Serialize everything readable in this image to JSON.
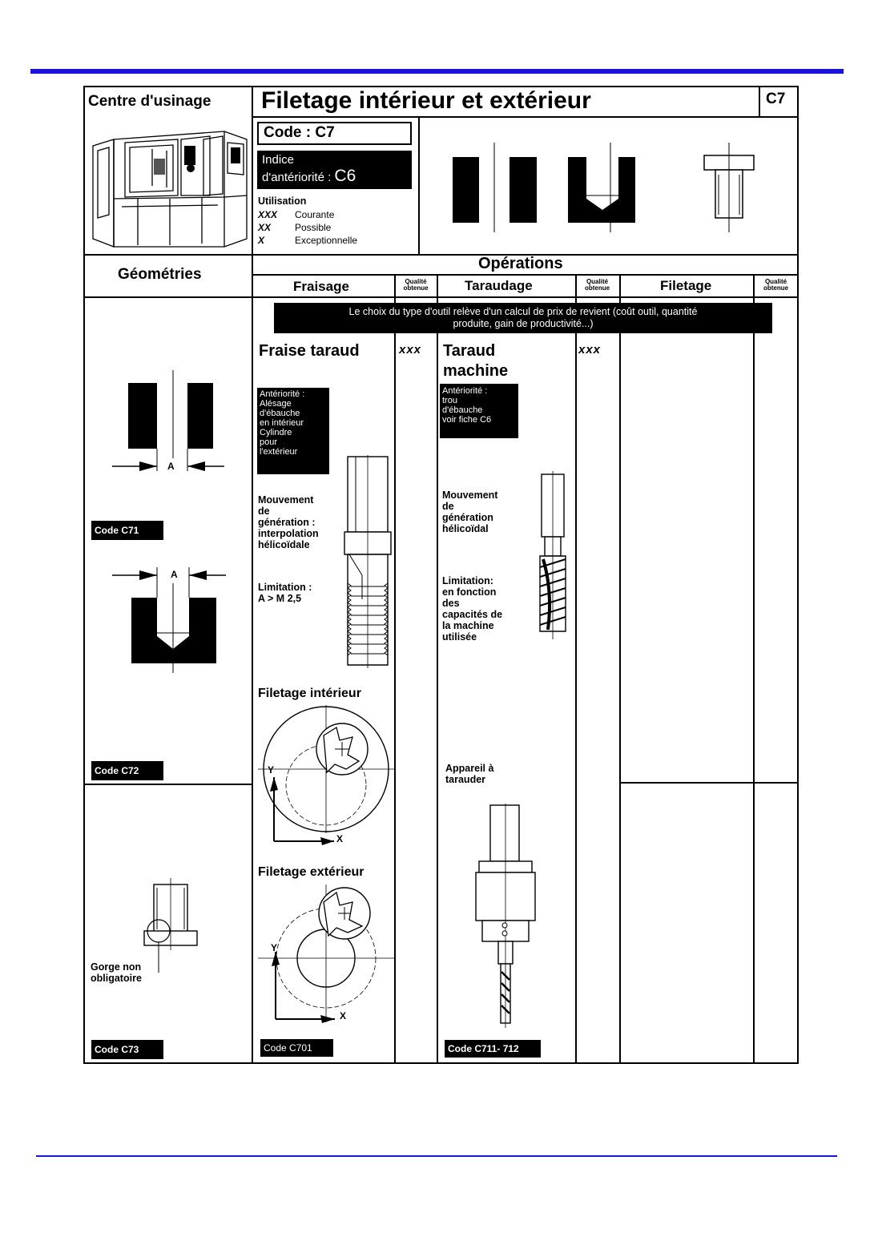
{
  "header": {
    "machine_title": "Centre d'usinage",
    "main_title": "Filetage intérieur et extérieur",
    "sheet_code": "C7",
    "code_label": "Code : C7",
    "indice_line1": "Indice",
    "indice_line2": "d'antériorité : ",
    "indice_value": "C6"
  },
  "utilisation": {
    "title": "Utilisation",
    "items": [
      {
        "marks": "XXX",
        "label": "Courante"
      },
      {
        "marks": "XX",
        "label": "Possible"
      },
      {
        "marks": "X",
        "label": "Exceptionnelle"
      }
    ]
  },
  "columns": {
    "geometries": "Géométries",
    "operations": "Opérations",
    "fraisage": "Fraisage",
    "taraudage": "Taraudage",
    "filetage": "Filetage",
    "qualite_l1": "Qualité",
    "qualite_l2": "obtenue"
  },
  "banner": {
    "line1": "Le choix du type d'outil relève d'un calcul de prix de revient (coût outil, quantité",
    "line2": "produite, gain de productivité...)"
  },
  "fraisage": {
    "title": "Fraise taraud",
    "rating": "xxx",
    "anteriorite": [
      "Antériorité :",
      "Alésage",
      "d'ébauche",
      "en intérieur",
      "Cylindre",
      "pour",
      "l'extérieur"
    ],
    "mouvement": [
      "Mouvement",
      "de",
      "génération :",
      "interpolation",
      "hélicoïdale"
    ],
    "limitation": [
      "Limitation :",
      "A > M 2,5"
    ],
    "interieur_title": "Filetage intérieur",
    "exterieur_title": "Filetage extérieur",
    "axis_x": "X",
    "axis_y": "Y",
    "code": "Code  C701"
  },
  "taraudage": {
    "title_l1": "Taraud",
    "title_l2": "machine",
    "rating": "xxx",
    "anteriorite": [
      "Antériorité :",
      "trou",
      "d'ébauche",
      "voir fiche C6"
    ],
    "mouvement": [
      "Mouvement",
      "de",
      "génération",
      "hélicoïdal"
    ],
    "limitation": [
      "Limitation:",
      "en fonction",
      "des",
      "capacités de",
      "la machine",
      "utilisée"
    ],
    "appareil": [
      "Appareil à",
      "tarauder"
    ],
    "code": "Code C711- 712"
  },
  "geometries": {
    "dim_label": "A",
    "code_c71": "Code C71",
    "code_c72": "Code  C72",
    "code_c73": "Code  C73",
    "gorge": [
      "Gorge non",
      "obligatoire"
    ]
  }
}
